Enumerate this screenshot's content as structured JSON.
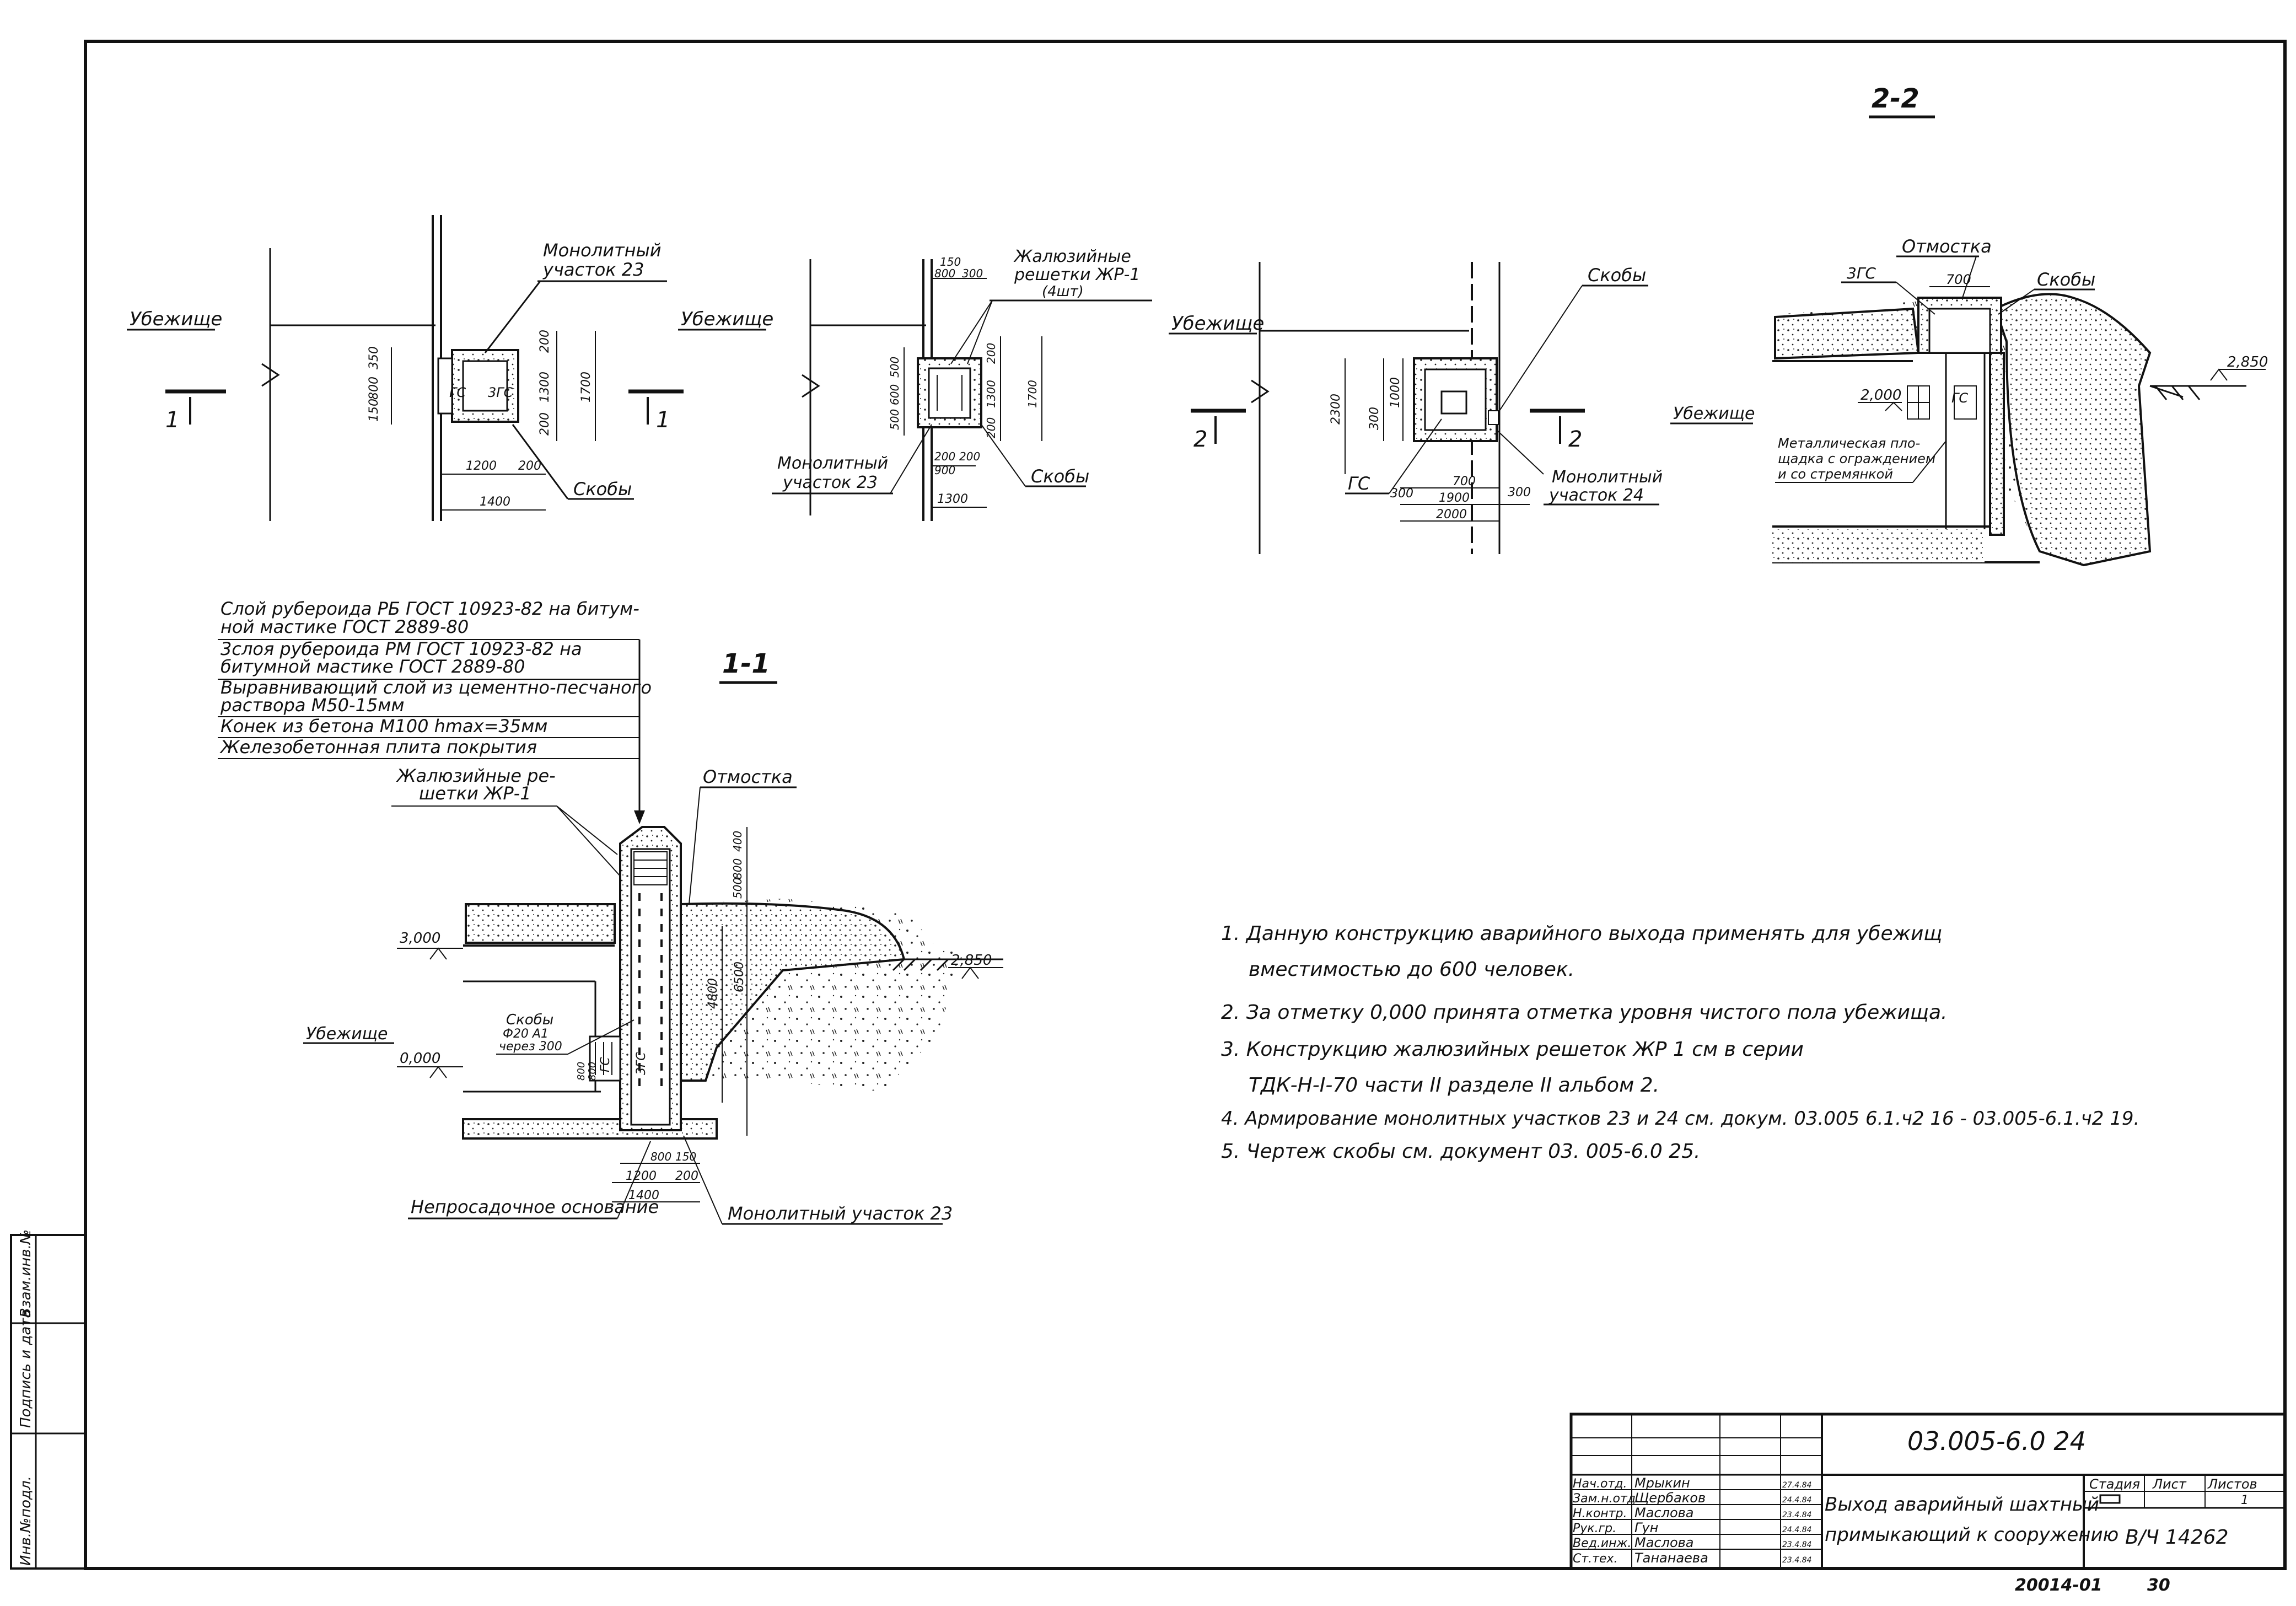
{
  "views": {
    "plan_a": {
      "label_main": "Убежище",
      "label_monolith": [
        "Монолитный",
        "участок 23"
      ],
      "label_brackets": "Скобы",
      "section_mark": "1",
      "inside_labels": [
        "ГС",
        "3ГС"
      ],
      "dims_vertical": [
        "150",
        "800",
        "350",
        "200",
        "1300",
        "200",
        "1700"
      ],
      "dims_horizontal": [
        "1200",
        "200",
        "1400"
      ]
    },
    "plan_b": {
      "label_main": "Убежище",
      "label_louver": [
        "Жалюзийные",
        "решетки ЖР-1",
        "(4шт)"
      ],
      "label_monolith": [
        "Монолитный",
        "участок 23"
      ],
      "label_brackets": "Скобы",
      "dims_top": [
        "150",
        "800",
        "300"
      ],
      "dims_vertical": [
        "500",
        "600",
        "500",
        "200",
        "1300",
        "200",
        "1700"
      ],
      "dims_bottom": [
        "200",
        "900",
        "200",
        "1300"
      ]
    },
    "plan_c": {
      "label_main": "Убежище",
      "label_brackets": "Скобы",
      "label_gs": "ГС",
      "label_monolith": [
        "Монолитный",
        "участок 24"
      ],
      "section_mark": "2",
      "dims_vertical": [
        "2300",
        "300",
        "1000"
      ],
      "dims_horizontal": [
        "300",
        "700",
        "1900",
        "300",
        "2000"
      ]
    },
    "section_2_2": {
      "title": "2-2",
      "label_otmostka": "Отмостка",
      "label_3gs": "3ГС",
      "label_brackets": "Скобы",
      "dim_top": "700",
      "label_gs": "ГС",
      "level_right": "2,850",
      "level_inner": "2,000",
      "label_main": "Убежище",
      "label_platform": [
        "Металлическая пло-",
        "щадка с ограждением",
        "и со стремянкой"
      ]
    },
    "section_1_1": {
      "title": "1-1",
      "layers": [
        "Слой рубероида РБ ГОСТ 10923-82 на битум-",
        "ной мастике ГОСТ 2889-80",
        "3слоя рубероида РМ ГОСТ 10923-82 на",
        "битумной мастике ГОСТ 2889-80",
        "Выравнивающий слой из цементно-песчаного",
        "раствора М50-15мм",
        "Конек из бетона М100 hmax=35мм",
        "Железобетонная плита покрытия"
      ],
      "label_louver": [
        "Жалюзийные ре-",
        "шетки ЖР-1"
      ],
      "label_otmostka": "Отмостка",
      "level_3": "3,000",
      "level_2850": "2,850",
      "level_0": "0,000",
      "label_main": "Убежище",
      "label_brackets": [
        "Скобы",
        "Ф20 А1",
        "через 300"
      ],
      "inside_labels": [
        "ГС",
        "3ГС"
      ],
      "dims_right": [
        "400",
        "800",
        "500",
        "4800",
        "6500"
      ],
      "dims_left": [
        "800",
        "800"
      ],
      "dims_bottom": [
        "800",
        "150",
        "1200",
        "200",
        "1400"
      ],
      "label_base": "Непросадочное основание",
      "label_monolith": "Монолитный участок 23"
    }
  },
  "notes": [
    "1. Данную конструкцию аварийного выхода применять для убежищ",
    "вместимостью до 600 человек.",
    "2. За отметку 0,000 принята отметка уровня чистого пола убежища.",
    "3. Конструкцию жалюзийных решеток ЖР 1 см в серии",
    "ТДК-Н-I-70 части II разделе II альбом 2.",
    "4. Армирование монолитных участков 23 и 24 см. докум. 03.005 6.1.ч2 16 - 03.005-6.1.ч2 19.",
    "5. Чертеж скобы см. документ 03. 005-6.0 25."
  ],
  "stamp": {
    "doc_code": "03.005-6.0 24",
    "title_line1": "Выход аварийный шахтный",
    "title_line2": "примыкающий к сооружению",
    "header_stage": "Стадия",
    "header_sheet": "Лист",
    "header_sheets": "Листов",
    "sheets_value": "1",
    "org": "В/Ч 14262",
    "rows": [
      {
        "role": "Нач.отд.",
        "name": "Мрыкин",
        "date": "27.4.84"
      },
      {
        "role": "Зам.н.отд.",
        "name": "Щербаков",
        "date": "24.4.84"
      },
      {
        "role": "Н.контр.",
        "name": "Маслова",
        "date": "23.4.84"
      },
      {
        "role": "Рук.гр.",
        "name": "Гун",
        "date": "24.4.84"
      },
      {
        "role": "Вед.инж.",
        "name": "Маслова",
        "date": "23.4.84"
      },
      {
        "role": "Ст.тех.",
        "name": "Тананаева",
        "date": "23.4.84"
      }
    ]
  },
  "side_stamp": [
    "Инв.№подл.",
    "Подпись и дата",
    "Взам.инв.№"
  ],
  "footer": {
    "code": "20014-01",
    "page": "30"
  }
}
